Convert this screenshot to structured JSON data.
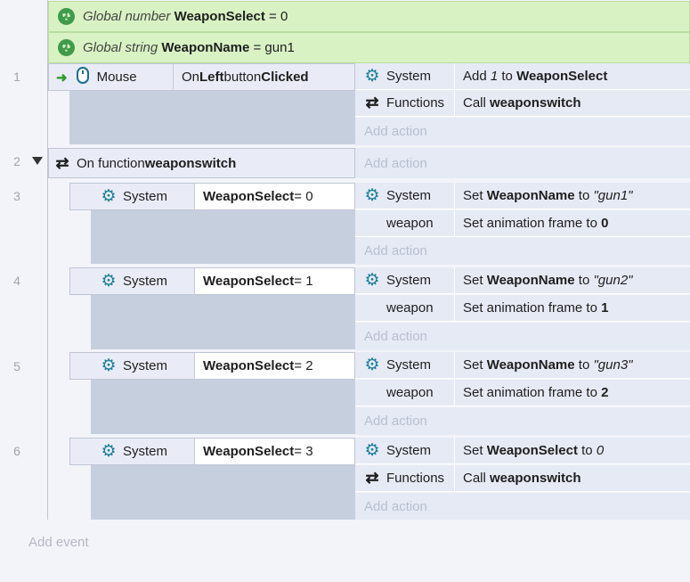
{
  "globals": [
    {
      "kind": "Global number",
      "name": "WeaponSelect",
      "eq": "=",
      "value": "0"
    },
    {
      "kind": "Global string",
      "name": "WeaponName",
      "eq": "=",
      "value": "gun1"
    }
  ],
  "line_numbers": [
    "1",
    "2",
    "3",
    "4",
    "5",
    "6"
  ],
  "event1": {
    "cond_object": "Mouse",
    "cond_pre": "On ",
    "cond_b1": "Left",
    "cond_mid": " button ",
    "cond_b2": "Clicked",
    "actions": [
      {
        "object": "System",
        "pre": "Add ",
        "it": "1",
        "mid": " to ",
        "b": "WeaponSelect"
      },
      {
        "object": "Functions",
        "pre": "Call ",
        "b": "weaponswitch"
      }
    ],
    "add_action": "Add action"
  },
  "event2": {
    "pre": "On function ",
    "b": "weaponswitch",
    "add_action": "Add action"
  },
  "subevents": [
    {
      "cond_object": "System",
      "var": "WeaponSelect",
      "op": " = 0",
      "a1_object": "System",
      "a1_pre": "Set ",
      "a1_b": "WeaponName",
      "a1_mid": " to ",
      "a1_it": "\"gun1\"",
      "a2_object": "weapon",
      "a2_pre": "Set animation frame to ",
      "a2_b": "0",
      "add_action": "Add action"
    },
    {
      "cond_object": "System",
      "var": "WeaponSelect",
      "op": " = 1",
      "a1_object": "System",
      "a1_pre": "Set ",
      "a1_b": "WeaponName",
      "a1_mid": " to ",
      "a1_it": "\"gun2\"",
      "a2_object": "weapon",
      "a2_pre": "Set animation frame to ",
      "a2_b": "1",
      "add_action": "Add action"
    },
    {
      "cond_object": "System",
      "var": "WeaponSelect",
      "op": " = 2",
      "a1_object": "System",
      "a1_pre": "Set ",
      "a1_b": "WeaponName",
      "a1_mid": " to ",
      "a1_it": "\"gun3\"",
      "a2_object": "weapon",
      "a2_pre": "Set animation frame to ",
      "a2_b": "2",
      "add_action": "Add action"
    },
    {
      "cond_object": "System",
      "var": "WeaponSelect",
      "op": " = 3",
      "a1_object": "System",
      "a1_pre": "Set ",
      "a1_b": "WeaponSelect",
      "a1_mid": " to ",
      "a1_it": "0",
      "a2_object": "Functions",
      "a2_pre": "Call ",
      "a2_b": "weaponswitch",
      "add_action": "Add action"
    }
  ],
  "add_event": "Add event",
  "colors": {
    "accent": "#1c7f9e",
    "global_bg": "#d9f2c4",
    "trigger_arrow": "#2e9b2e"
  }
}
